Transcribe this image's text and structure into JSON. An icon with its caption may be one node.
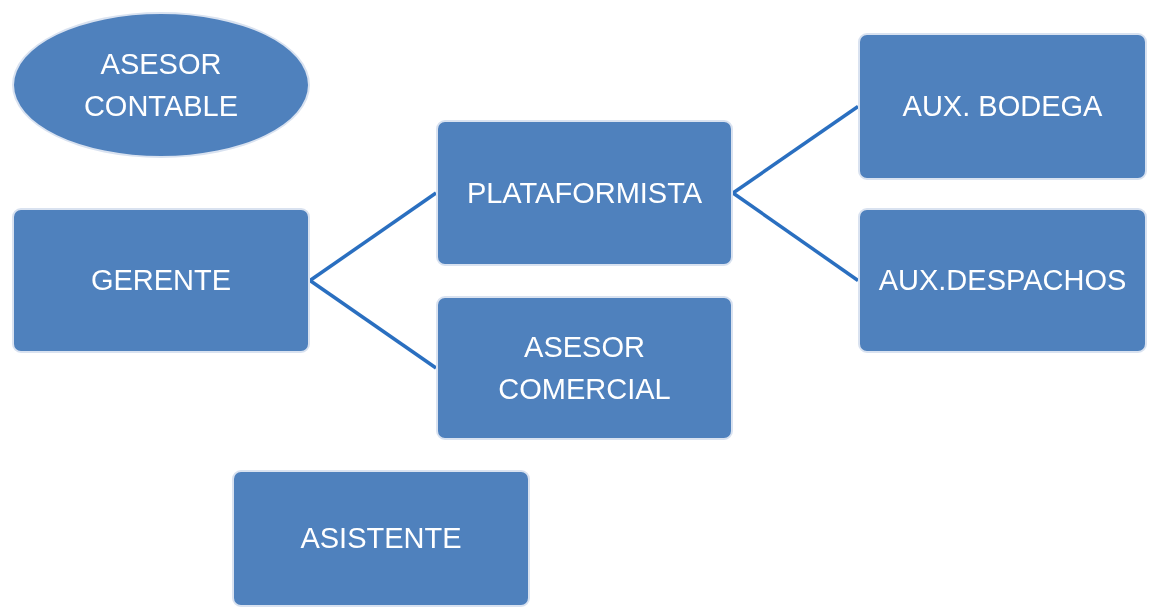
{
  "diagram": {
    "nodes": [
      {
        "text": [
          "ASESOR CONTABLE"
        ]
      },
      {
        "text": [
          "GERENTE"
        ]
      },
      {
        "text": [
          "PLATAFORMISTA"
        ]
      },
      {
        "text": [
          "ASESOR COMERCIAL"
        ]
      },
      {
        "text": [
          "AUX. BODEGA"
        ]
      },
      {
        "text": [
          "AUX.DESPACHOS"
        ]
      },
      {
        "text": [
          "ASISTENTE"
        ]
      }
    ],
    "edges": [
      {
        "from": 1,
        "to": 2,
        "arrow": "none"
      },
      {
        "from": 1,
        "to": 3,
        "arrow": "none"
      },
      {
        "from": 2,
        "to": 4,
        "arrow": "none"
      },
      {
        "from": 2,
        "to": 5,
        "arrow": "none"
      }
    ]
  }
}
